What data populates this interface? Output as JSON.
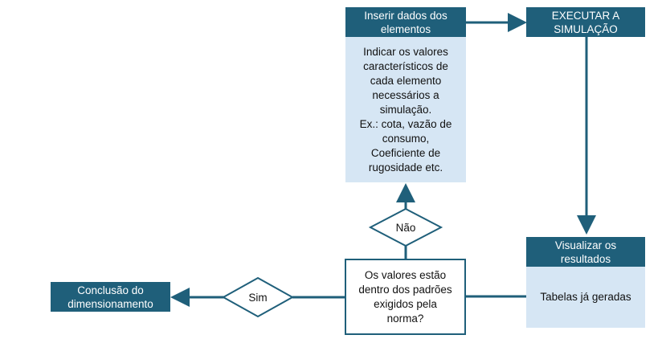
{
  "diagram": {
    "colors": {
      "header_fill": "#1f5f7a",
      "body_fill": "#d6e6f4",
      "line": "#1f5f7a"
    },
    "nodes": {
      "inserir_header": "Inserir dados dos\nelementos",
      "inserir_body": "Indicar os valores\ncaracterísticos de\ncada elemento\nnecessários a\nsimulação.\nEx.: cota, vazão de\nconsumo,\nCoeficiente de\nrugosidade etc.",
      "executar": "EXECUTAR A\nSIMULAÇÃO",
      "visualizar_header": "Visualizar os\nresultados",
      "visualizar_body": "Tabelas já geradas",
      "decisao": "Os valores estão\ndentro dos padrões\nexigidos pela\nnorma?",
      "conclusao": "Conclusão do\ndimensionamento"
    },
    "branches": {
      "nao": "Não",
      "sim": "Sim"
    }
  }
}
